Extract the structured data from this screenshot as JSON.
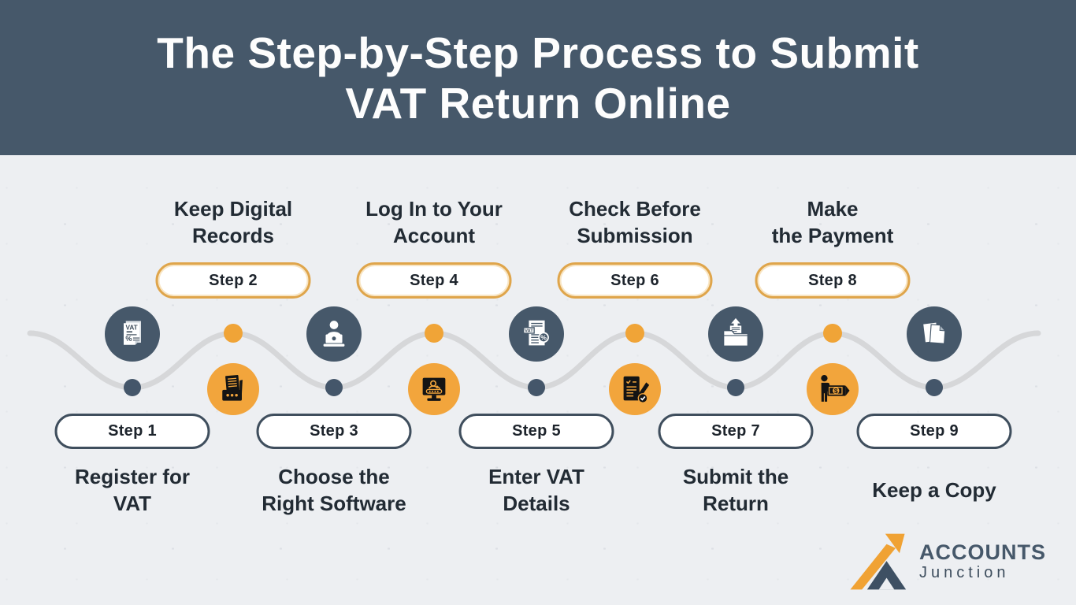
{
  "header": {
    "title_line1": "The Step-by-Step Process to Submit",
    "title_line2": "VAT Return Online"
  },
  "steps": [
    {
      "number": "Step 1",
      "label_line1": "Register for",
      "label_line2": "VAT",
      "row": "bottom",
      "icon": "vat-document-icon"
    },
    {
      "number": "Step 2",
      "label_line1": "Keep Digital",
      "label_line2": "Records",
      "row": "top",
      "icon": "records-archive-icon"
    },
    {
      "number": "Step 3",
      "label_line1": "Choose the",
      "label_line2": "Right Software",
      "row": "bottom",
      "icon": "person-laptop-icon"
    },
    {
      "number": "Step 4",
      "label_line1": "Log In to Your",
      "label_line2": "Account",
      "row": "top",
      "icon": "login-monitor-icon"
    },
    {
      "number": "Step 5",
      "label_line1": "Enter VAT",
      "label_line2": "Details",
      "row": "bottom",
      "icon": "vat-percent-document-icon"
    },
    {
      "number": "Step 6",
      "label_line1": "Check Before",
      "label_line2": "Submission",
      "row": "top",
      "icon": "checklist-pencil-icon"
    },
    {
      "number": "Step 7",
      "label_line1": "Submit the",
      "label_line2": "Return",
      "row": "bottom",
      "icon": "folder-upload-icon"
    },
    {
      "number": "Step 8",
      "label_line1": "Make",
      "label_line2": "the Payment",
      "row": "top",
      "icon": "person-money-icon"
    },
    {
      "number": "Step 9",
      "label_line1": "Keep a Copy",
      "label_line2": "",
      "row": "bottom",
      "icon": "copy-pages-icon"
    }
  ],
  "icon_glyphs": {
    "vat": "VAT",
    "percent": "%",
    "dollar": "$"
  },
  "logo": {
    "brand": "ACCOUNTS",
    "sub": "Junction"
  },
  "palette": {
    "header_bg": "#46586A",
    "canvas_bg": "#EDEFF2",
    "orange": "#F2A53C",
    "orange_pill_border": "#DFA54B",
    "slate": "#46586A",
    "dark_pill_border": "#3F4E5D",
    "wave_gray": "#D6D7D9",
    "text_dark": "#222B34",
    "icon_black": "#141414",
    "white": "#FFFFFF"
  }
}
